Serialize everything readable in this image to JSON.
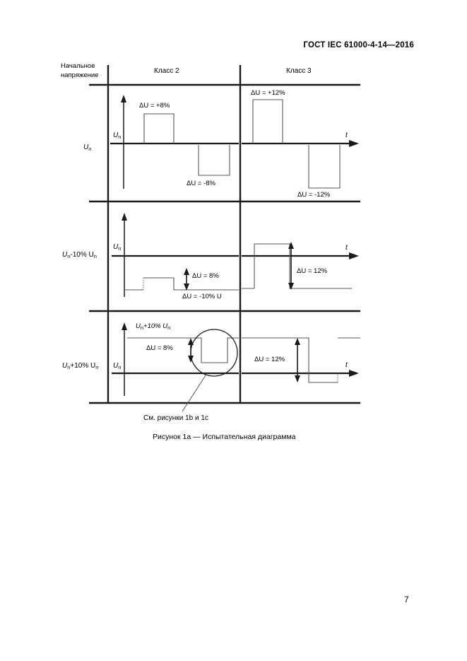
{
  "document": {
    "header": "ГОСТ IEC 61000-4-14—2016",
    "page_number": "7"
  },
  "figure": {
    "caption": "Рисунок 1a — Испытательная диаграмма",
    "callout_note": "См. рисунки 1b и 1c",
    "corner_label_line1": "Начальное",
    "corner_label_line2": "напряжение",
    "columns": [
      {
        "label": "Класс 2"
      },
      {
        "label": "Класс 3"
      }
    ],
    "rows": [
      {
        "row_label": "U",
        "row_label_sub": "n",
        "row_label_suffix": "",
        "axis_y_label": "U",
        "axis_y_sub": "n",
        "axis_t_label": "t",
        "class2": {
          "positive_annotation": "ΔU = +8%",
          "negative_annotation": "ΔU = -8%"
        },
        "class3": {
          "positive_annotation": "ΔU = +12%",
          "negative_annotation": "ΔU = -12%"
        }
      },
      {
        "row_label": "U",
        "row_label_sub": "n",
        "row_label_suffix": "-10% U",
        "row_label_suffix_sub": "n",
        "axis_y_label": "U",
        "axis_y_sub": "n",
        "axis_t_label": "t",
        "class2": {
          "delta_annotation": "ΔU = 8%",
          "base_annotation": "ΔU = -10% U"
        },
        "class3": {
          "delta_annotation": "ΔU = 12%"
        }
      },
      {
        "row_label": "U",
        "row_label_sub": "n",
        "row_label_suffix": "+10% U",
        "row_label_suffix_sub": "n",
        "axis_y_label": "U",
        "axis_y_sub": "n",
        "axis_t_label": "t",
        "class2": {
          "upper_level_label": "U",
          "upper_level_sub": "n",
          "upper_level_suffix": "+10% U",
          "upper_level_suffix_sub": "n",
          "delta_annotation": "ΔU = 8%"
        },
        "class3": {
          "delta_annotation": "ΔU = 12%"
        }
      }
    ]
  },
  "colors": {
    "ink": "#1a1a1a",
    "thin_line": "#4a4a4a",
    "page_bg": "#ffffff"
  },
  "chart_data": {
    "type": "line",
    "title": "Рисунок 1a — Испытательная диаграмма",
    "xlabel": "t",
    "ylabel": "U",
    "description": "Test diagram showing voltage change test sequences for Class 2 and Class 3 at three initial voltage conditions",
    "series": [
      {
        "name": "Начальное напряжение Un — Класс 2",
        "initial_voltage": "Un",
        "class": "Класс 2",
        "steps": [
          {
            "level_percent": 0,
            "label": ""
          },
          {
            "level_percent": 8,
            "label": "ΔU = +8%"
          },
          {
            "level_percent": 0,
            "label": ""
          },
          {
            "level_percent": -8,
            "label": "ΔU = -8%"
          },
          {
            "level_percent": 0,
            "label": ""
          }
        ]
      },
      {
        "name": "Начальное напряжение Un — Класс 3",
        "initial_voltage": "Un",
        "class": "Класс 3",
        "steps": [
          {
            "level_percent": 12,
            "label": "ΔU = +12%"
          },
          {
            "level_percent": 0,
            "label": ""
          },
          {
            "level_percent": -12,
            "label": "ΔU = -12%"
          },
          {
            "level_percent": 0,
            "label": ""
          }
        ]
      },
      {
        "name": "Начальное напряжение Un-10% Un — Класс 2",
        "initial_voltage": "Un-10% Un",
        "class": "Класс 2",
        "steps": [
          {
            "level_percent": -10,
            "label": "ΔU = -10% U"
          },
          {
            "level_percent": -2,
            "label": "ΔU = 8%"
          },
          {
            "level_percent": -10,
            "label": ""
          }
        ]
      },
      {
        "name": "Начальное напряжение Un-10% Un — Класс 3",
        "initial_voltage": "Un-10% Un",
        "class": "Класс 3",
        "steps": [
          {
            "level_percent": -10,
            "label": ""
          },
          {
            "level_percent": 2,
            "label": "ΔU = 12%"
          },
          {
            "level_percent": -10,
            "label": ""
          }
        ]
      },
      {
        "name": "Начальное напряжение Un+10% Un — Класс 2",
        "initial_voltage": "Un+10% Un",
        "class": "Класс 2",
        "steps": [
          {
            "level_percent": 10,
            "label": "Un+10% Un"
          },
          {
            "level_percent": 2,
            "label": "ΔU = 8%"
          },
          {
            "level_percent": 10,
            "label": ""
          }
        ]
      },
      {
        "name": "Начальное напряжение Un+10% Un — Класс 3",
        "initial_voltage": "Un+10% Un",
        "class": "Класс 3",
        "steps": [
          {
            "level_percent": 10,
            "label": ""
          },
          {
            "level_percent": -2,
            "label": "ΔU = 12%"
          },
          {
            "level_percent": 10,
            "label": ""
          }
        ]
      }
    ]
  }
}
